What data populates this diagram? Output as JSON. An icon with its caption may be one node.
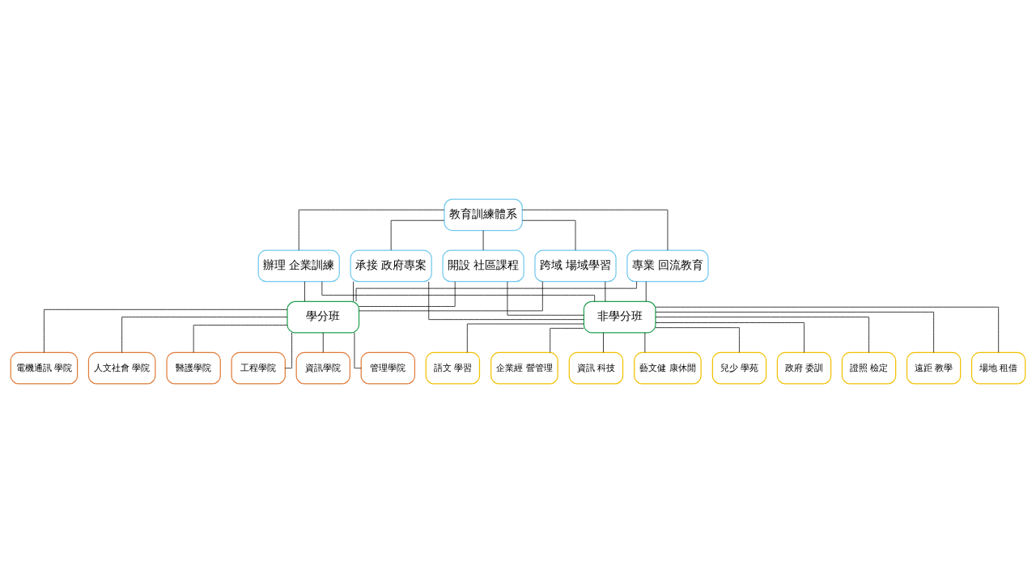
{
  "diagram": {
    "nodes": [
      {
        "text": [
          "教育訓練體系"
        ]
      },
      {
        "text": [
          "專業 回流教育"
        ]
      },
      {
        "text": [
          "辦理 企業訓練"
        ]
      },
      {
        "text": [
          "承接 政府專案"
        ]
      },
      {
        "text": [
          "開設 社區課程"
        ]
      },
      {
        "text": [
          "跨域 場域學習"
        ]
      },
      {
        "text": [
          "學分班"
        ]
      },
      {
        "text": [
          "非學分班"
        ]
      },
      {
        "text": [
          "工程學院"
        ]
      },
      {
        "text": [
          "資訊學院"
        ]
      },
      {
        "text": [
          "管理學院"
        ]
      },
      {
        "text": [
          "電機通訊 學院"
        ]
      },
      {
        "text": [
          "人文社會 學院"
        ]
      },
      {
        "text": [
          "醫護學院"
        ]
      },
      {
        "text": [
          "語文 學習"
        ]
      },
      {
        "text": [
          "企業經 營管理"
        ]
      },
      {
        "text": [
          "資訊 科技"
        ]
      },
      {
        "text": [
          "藝文健 康休閒"
        ]
      },
      {
        "text": [
          "兒少 學苑"
        ]
      },
      {
        "text": [
          "政府 委訓"
        ]
      },
      {
        "text": [
          "證照 檢定"
        ]
      },
      {
        "text": [
          "遠距 教學"
        ]
      },
      {
        "text": [
          "場地 租借"
        ]
      }
    ],
    "edges": [
      {
        "from": 0,
        "to": 1,
        "arrow": "none"
      },
      {
        "from": 0,
        "to": 2,
        "arrow": "none"
      },
      {
        "from": 0,
        "to": 3,
        "arrow": "none"
      },
      {
        "from": 0,
        "to": 4,
        "arrow": "none"
      },
      {
        "from": 0,
        "to": 5,
        "arrow": "none"
      },
      {
        "from": 1,
        "to": 6,
        "arrow": "none"
      },
      {
        "from": 2,
        "to": 6,
        "arrow": "none"
      },
      {
        "from": 3,
        "to": 6,
        "arrow": "none"
      },
      {
        "from": 4,
        "to": 6,
        "arrow": "none"
      },
      {
        "from": 5,
        "to": 6,
        "arrow": "none"
      },
      {
        "from": 1,
        "to": 7,
        "arrow": "none"
      },
      {
        "from": 2,
        "to": 7,
        "arrow": "none"
      },
      {
        "from": 3,
        "to": 7,
        "arrow": "none"
      },
      {
        "from": 4,
        "to": 7,
        "arrow": "none"
      },
      {
        "from": 5,
        "to": 7,
        "arrow": "none"
      },
      {
        "from": 6,
        "to": 8,
        "arrow": "none"
      },
      {
        "from": 6,
        "to": 9,
        "arrow": "none"
      },
      {
        "from": 6,
        "to": 10,
        "arrow": "none"
      },
      {
        "from": 6,
        "to": 11,
        "arrow": "none"
      },
      {
        "from": 6,
        "to": 12,
        "arrow": "none"
      },
      {
        "from": 6,
        "to": 13,
        "arrow": "none"
      },
      {
        "from": 7,
        "to": 14,
        "arrow": "none"
      },
      {
        "from": 7,
        "to": 15,
        "arrow": "none"
      },
      {
        "from": 7,
        "to": 16,
        "arrow": "none"
      },
      {
        "from": 7,
        "to": 17,
        "arrow": "none"
      },
      {
        "from": 7,
        "to": 18,
        "arrow": "none"
      },
      {
        "from": 7,
        "to": 19,
        "arrow": "none"
      },
      {
        "from": 7,
        "to": 20,
        "arrow": "none"
      },
      {
        "from": 7,
        "to": 21,
        "arrow": "none"
      },
      {
        "from": 7,
        "to": 22,
        "arrow": "none"
      }
    ]
  }
}
